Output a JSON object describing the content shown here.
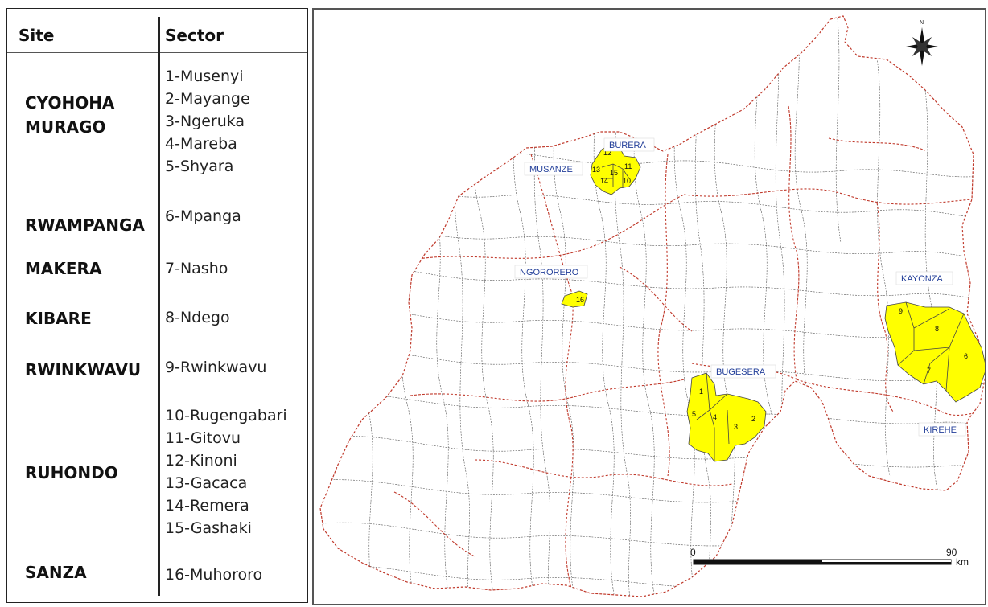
{
  "table": {
    "header_site": "Site",
    "header_sector": "Sector",
    "groups": [
      {
        "site": [
          "CYOHOHA",
          "MURAGO"
        ],
        "sectors": [
          "1-Musenyi",
          "2-Mayange",
          "3-Ngeruka",
          "4-Mareba",
          "5-Shyara"
        ]
      },
      {
        "site": [
          "RWAMPANGA"
        ],
        "sectors": [
          "6-Mpanga"
        ]
      },
      {
        "site": [
          "MAKERA"
        ],
        "sectors": [
          "7-Nasho"
        ]
      },
      {
        "site": [
          "KIBARE"
        ],
        "sectors": [
          "8-Ndego"
        ]
      },
      {
        "site": [
          "RWINKWAVU"
        ],
        "sectors": [
          "9-Rwinkwavu"
        ]
      },
      {
        "site": [
          "RUHONDO"
        ],
        "sectors": [
          "10-Rugengabari",
          "11-Gitovu",
          "12-Kinoni",
          "13-Gacaca",
          "14-Remera",
          "15-Gashaki"
        ]
      },
      {
        "site": [
          "SANZA"
        ],
        "sectors": [
          "16-Muhororo"
        ]
      }
    ]
  },
  "map": {
    "districts": [
      "BURERA",
      "MUSANZE",
      "NGORORERO",
      "KAYONZA",
      "BUGESERA",
      "KIREHE"
    ],
    "sector_numbers": [
      "1",
      "2",
      "3",
      "4",
      "5",
      "6",
      "7",
      "8",
      "9",
      "10",
      "11",
      "12",
      "13",
      "14",
      "15",
      "16"
    ],
    "north_label": "N",
    "scale": {
      "start": "0",
      "end": "90",
      "unit": "km"
    },
    "colors": {
      "highlight": "#ffff00",
      "sector_border": "#444444",
      "district_border": "#c0392b",
      "label": "#24409a"
    }
  }
}
